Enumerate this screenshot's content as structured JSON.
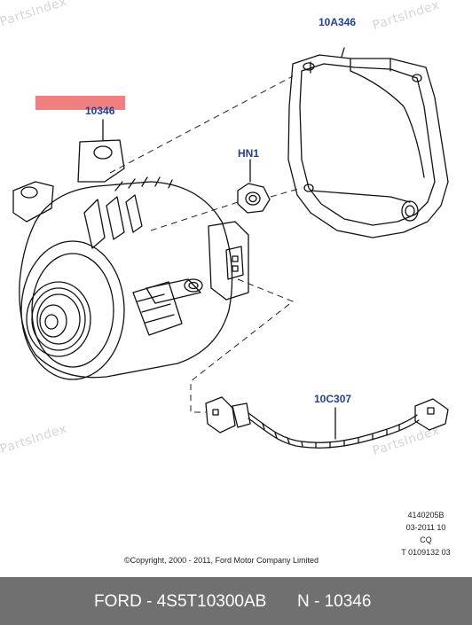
{
  "watermarks": [
    "PartsIndex",
    "PartsIndex",
    "PartsIndex",
    "PartsIndex"
  ],
  "callouts": {
    "alternator": "10346",
    "cover": "10A346",
    "nut": "HN1",
    "harness": "10C307"
  },
  "reference": {
    "line1": "4140205B",
    "line2": "03-2011 10",
    "line3": "CQ",
    "line4": "T 0109132 03"
  },
  "copyright": "©Copyright, 2000 - 2011, Ford Motor Company Limited",
  "footer": {
    "brand_part": "FORD - 4S5T10300AB",
    "ref_code": "N - 10346"
  }
}
